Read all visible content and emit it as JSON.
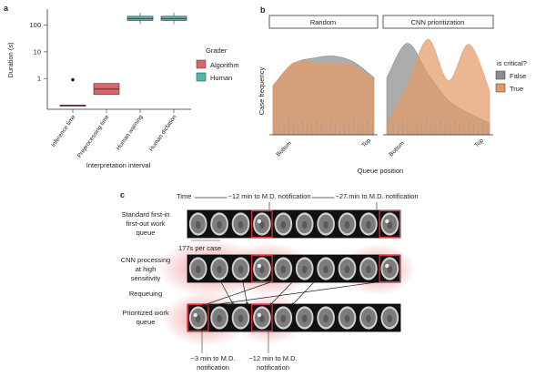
{
  "panels": {
    "a": {
      "label": "a",
      "ylabel": "Duration (s)",
      "yticks": [
        "1",
        "10",
        "100"
      ],
      "categories": [
        "Inference time",
        "Preprocessing time",
        "Human warning",
        "Human dictation"
      ],
      "xlabel": "Interpretation interval",
      "legend": {
        "title": "Grader",
        "items": [
          {
            "label": "Algorithm",
            "color": "#d9666b"
          },
          {
            "label": "Human",
            "color": "#4fb8ad"
          }
        ]
      }
    },
    "b": {
      "label": "b",
      "facets": [
        "Random",
        "CNN prioritization"
      ],
      "ylabel": "Case frequency",
      "xticks": [
        "Bottom",
        "Top"
      ],
      "xlabel": "Queue position",
      "legend": {
        "title": "is critical?",
        "items": [
          {
            "label": "False",
            "color": "#8c8c8c"
          },
          {
            "label": "True",
            "color": "#e39a68"
          }
        ]
      }
    },
    "c": {
      "label": "c",
      "time_label": "Time",
      "top_annotations": [
        "~12 min to M.D. notification",
        "~27 min to M.D. notification"
      ],
      "row_labels": [
        "Standard first-in first-out work queue",
        "CNN processing at high sensitivity",
        "Requeuing",
        "Prioritized work queue"
      ],
      "per_case": "177s per case",
      "bottom_annotations": [
        "~3 min to M.D. notification",
        "~12 min to M.D. notification"
      ]
    }
  },
  "chart_data": [
    {
      "type": "box",
      "title": "",
      "ylabel": "Duration (s)",
      "yscale": "log",
      "yticks": [
        1,
        10,
        100
      ],
      "xlabel": "Interpretation interval",
      "categories": [
        "Inference time",
        "Preprocessing time",
        "Human warning",
        "Human dictation"
      ],
      "series": [
        {
          "name": "Algorithm",
          "categories": [
            "Inference time",
            "Preprocessing time"
          ],
          "median": [
            0.1,
            0.4
          ],
          "q1": [
            0.1,
            0.25
          ],
          "q3": [
            0.1,
            0.65
          ],
          "outliers": [
            [
              0.9
            ],
            []
          ]
        },
        {
          "name": "Human",
          "categories": [
            "Human warning",
            "Human dictation"
          ],
          "median": [
            177,
            177
          ],
          "q1": [
            150,
            150
          ],
          "q3": [
            215,
            215
          ]
        }
      ]
    },
    {
      "type": "area",
      "facets": [
        "Random",
        "CNN prioritization"
      ],
      "xlabel": "Queue position",
      "ylabel": "Case frequency",
      "xticks": [
        "Bottom",
        "Top"
      ],
      "series": [
        {
          "name": "False",
          "facet": "Random",
          "x": [
            0,
            0.2,
            0.4,
            0.6,
            0.8,
            1
          ],
          "values": [
            0.5,
            0.72,
            0.78,
            0.8,
            0.74,
            0.58
          ]
        },
        {
          "name": "True",
          "facet": "Random",
          "x": [
            0,
            0.2,
            0.4,
            0.6,
            0.8,
            1
          ],
          "values": [
            0.5,
            0.73,
            0.73,
            0.72,
            0.7,
            0.56
          ]
        },
        {
          "name": "False",
          "facet": "CNN prioritization",
          "x": [
            0,
            0.2,
            0.4,
            0.6,
            0.8,
            1
          ],
          "values": [
            0.58,
            0.93,
            0.62,
            0.35,
            0.22,
            0.12
          ]
        },
        {
          "name": "True",
          "facet": "CNN prioritization",
          "x": [
            0,
            0.2,
            0.4,
            0.6,
            0.8,
            1
          ],
          "values": [
            0.12,
            0.5,
            0.97,
            0.55,
            0.92,
            0.45
          ]
        }
      ]
    }
  ]
}
